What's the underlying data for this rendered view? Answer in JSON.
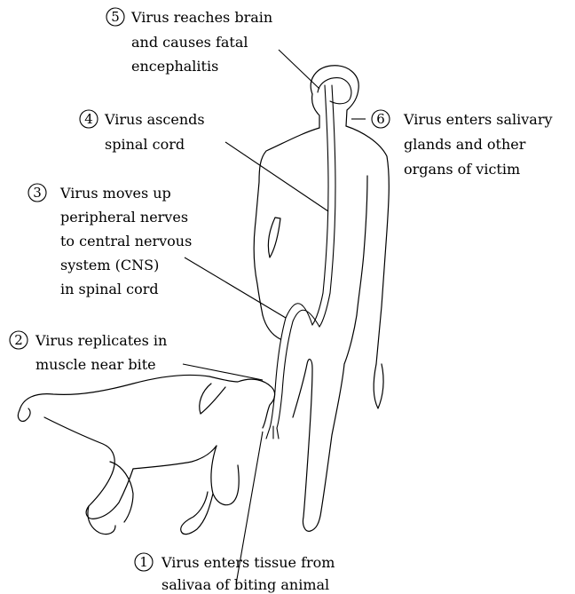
{
  "steps": [
    {
      "number": "1",
      "lines": [
        "Virus enters tissue from",
        "salivaa of biting animal"
      ]
    },
    {
      "number": "2",
      "lines": [
        "Virus replicates in",
        "muscle near bite"
      ]
    },
    {
      "number": "3",
      "lines": [
        "Virus moves up",
        "peripheral nerves",
        "to central nervous",
        "system (CNS)",
        "in spinal cord"
      ]
    },
    {
      "number": "4",
      "lines": [
        "Virus ascends",
        "spinal cord"
      ]
    },
    {
      "number": "5",
      "lines": [
        "Virus reaches brain",
        "and causes fatal",
        "encephalitis"
      ]
    },
    {
      "number": "6",
      "lines": [
        "Virus enters salivary",
        "glands and other",
        "organs of victim"
      ]
    }
  ]
}
